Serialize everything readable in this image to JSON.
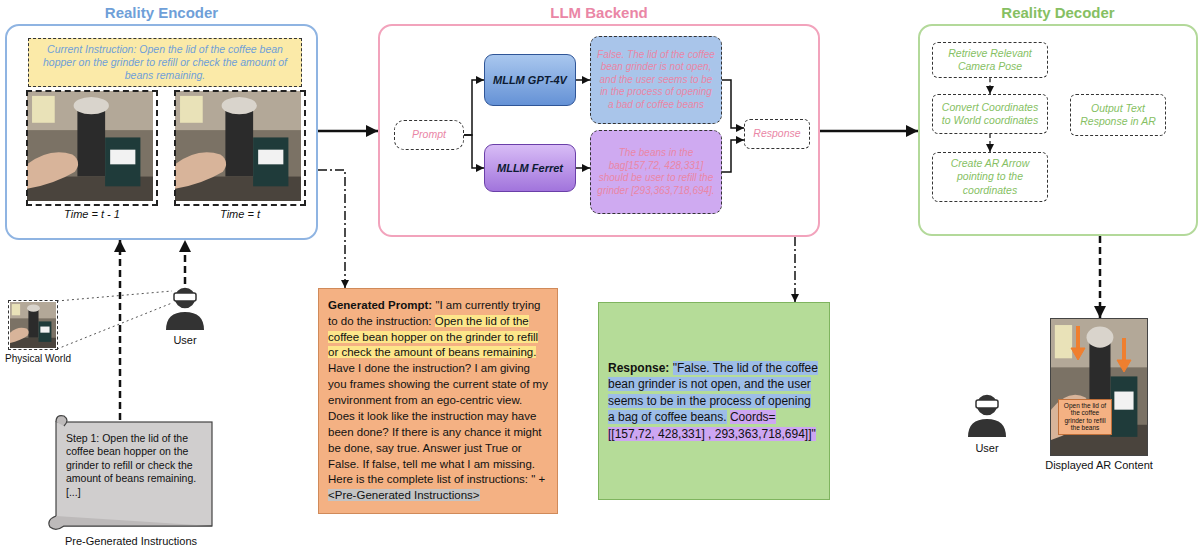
{
  "diagram": {
    "nodes": [
      {
        "text": [
          "Reality Encoder"
        ]
      },
      {
        "text": [
          "Current Instruction: Open the lid of the coffee bean hopper on the grinder to refill or check the amount of beans remaining."
        ],
        "in": 0
      },
      {
        "text": [
          "Time = t - 1"
        ],
        "in": 0
      },
      {
        "text": [
          "Time = t"
        ],
        "in": 0
      },
      {
        "text": [
          "LLM Backend"
        ]
      },
      {
        "text": [
          "Prompt"
        ],
        "in": 4
      },
      {
        "text": [
          "MLLM GPT-4V"
        ],
        "in": 4
      },
      {
        "text": [
          "MLLM Ferret"
        ],
        "in": 4
      },
      {
        "text": [
          "False. The lid of the coffee bean grinder is not open, and the user seems to be in the process of opening a bad of coffee beans"
        ],
        "in": 4
      },
      {
        "text": [
          "The beans in the bag[157,72, 428,331] should be user to refill the grinder [293,363,718,694]."
        ],
        "in": 4
      },
      {
        "text": [
          "Response"
        ],
        "in": 4
      },
      {
        "text": [
          "Reality Decoder"
        ]
      },
      {
        "text": [
          "Retrieve Relevant Camera Pose"
        ],
        "in": 11
      },
      {
        "text": [
          "Convert Coordinates to World coordinates"
        ],
        "in": 11
      },
      {
        "text": [
          "Create AR Arrow pointing to the coordinates"
        ],
        "in": 11
      },
      {
        "text": [
          "Output Text Response in AR"
        ],
        "in": 11
      },
      {
        "text": [
          "Physical World"
        ]
      },
      {
        "text": [
          "User"
        ]
      },
      {
        "text": [
          "Step 1: Open the lid of the coffee bean hopper on the grinder to refill or check the amount of beans remaining. [...]",
          "Pre-Generated Instructions"
        ]
      },
      {
        "text": [
          "Generated Prompt:",
          "\"I am currently trying to do the instruction:",
          "Open the lid of the coffee bean hopper on the grinder to refill or check the amount of beans remaining.",
          "Have I done the instruction? I am giving you frames showing the current state of my environment from an ego-centric view. Does it look like the instruction may have been done? If there is any chance it might be done, say true. Answer just True or False. If false, tell me what I am missing. Here is the complete list of instructions: \" +",
          "<Pre-Generated Instructions>"
        ]
      },
      {
        "text": [
          "Response:",
          "\"False. The lid of the coffee bean grinder is not open, and the user seems to be in the process of opening a bag of coffee beans.",
          "Coords= [[157,72, 428,331] , 293,363,718,694]]\""
        ]
      },
      {
        "text": [
          "User"
        ]
      },
      {
        "text": [
          "Displayed AR Content"
        ]
      },
      {
        "text": [
          "Open the lid of the coffee grinder to refill the beans"
        ],
        "in": 22
      }
    ],
    "edges": [
      {
        "from": 17,
        "to": 0,
        "arrow": "to"
      },
      {
        "from": 18,
        "to": 0,
        "arrow": "to"
      },
      {
        "from": 0,
        "to": 4,
        "arrow": "to"
      },
      {
        "from": 5,
        "to": 6,
        "arrow": "to"
      },
      {
        "from": 5,
        "to": 7,
        "arrow": "to"
      },
      {
        "from": 6,
        "to": 8,
        "arrow": "to"
      },
      {
        "from": 7,
        "to": 9,
        "arrow": "to"
      },
      {
        "from": 8,
        "to": 10,
        "arrow": "to"
      },
      {
        "from": 9,
        "to": 10,
        "arrow": "to"
      },
      {
        "from": 4,
        "to": 11,
        "arrow": "to"
      },
      {
        "from": 12,
        "to": 13,
        "arrow": "to"
      },
      {
        "from": 13,
        "to": 14,
        "arrow": "to"
      },
      {
        "from": 0,
        "to": 19,
        "arrow": "to"
      },
      {
        "from": 4,
        "to": 20,
        "arrow": "to"
      },
      {
        "from": 11,
        "to": 22,
        "arrow": "to"
      }
    ]
  }
}
